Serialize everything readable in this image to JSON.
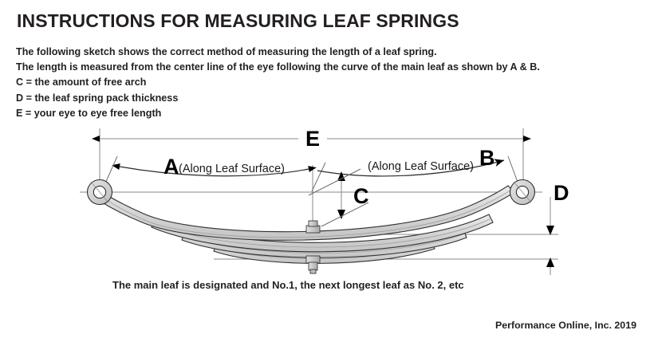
{
  "document": {
    "title": "INSTRUCTIONS FOR MEASURING LEAF SPRINGS",
    "intro_lines": [
      "The following sketch shows the correct method of measuring the length of a leaf spring.",
      "The length is measured from the center line of the eye following the curve of the main leaf as shown by A & B.",
      "C = the amount of free arch",
      "D = the leaf spring pack thickness",
      "E = your eye to eye free length"
    ],
    "caption": "The main leaf is designated and No.1, the next longest leaf as No. 2, etc",
    "footer": "Performance Online, Inc. 2019"
  },
  "diagram": {
    "labels": {
      "a": "A",
      "b": "B",
      "c": "C",
      "d": "D",
      "e": "E",
      "along_leaf_surface_left": "(Along Leaf Surface)",
      "along_leaf_surface_right": "(Along Leaf Surface)"
    },
    "measurements": {
      "A": "Length from eye center line along leaf surface to center bolt",
      "B": "Length from center bolt along leaf surface to opposite eye center line",
      "C": "The amount of free arch",
      "D": "The leaf spring pack thickness",
      "E": "Eye to eye free length"
    },
    "parts": {
      "left_eye": "left-spring-eye",
      "right_eye": "right-spring-eye",
      "center_bolt": "center-bolt",
      "center_nut": "center-bolt-nut",
      "leaf_count": 4
    }
  },
  "colors": {
    "ink": "#231f20",
    "leaf_fill": "#d6d6d6",
    "leaf_fill_alt": "#c9c9c9",
    "leaf_highlight": "#e8e8e8",
    "line": "#8a8a8a",
    "outline": "#2f2f2f",
    "background": "#ffffff"
  }
}
